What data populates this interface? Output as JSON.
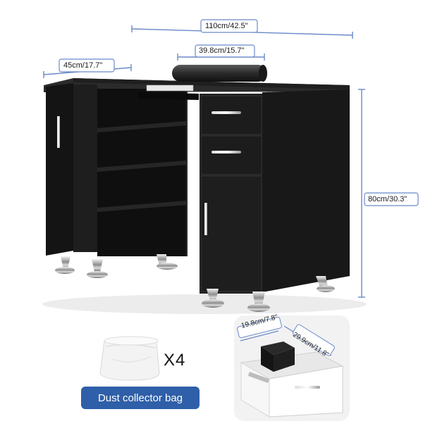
{
  "dimensions": {
    "width": "110cm/42.5\"",
    "depth": "45cm/17.7\"",
    "arm_rest": "39.8cm/15.7\"",
    "height": "80cm/30.3\"",
    "drawer_width": "19.8cm/7.8\"",
    "drawer_depth": "29.9cm/11.8\""
  },
  "accessory": {
    "quantity": "X4",
    "label": "Dust collector bag"
  },
  "colors": {
    "dimension_line": "#6a89c9",
    "label_button": "#2f5fa8",
    "desk_body": "#1c1c1c"
  }
}
